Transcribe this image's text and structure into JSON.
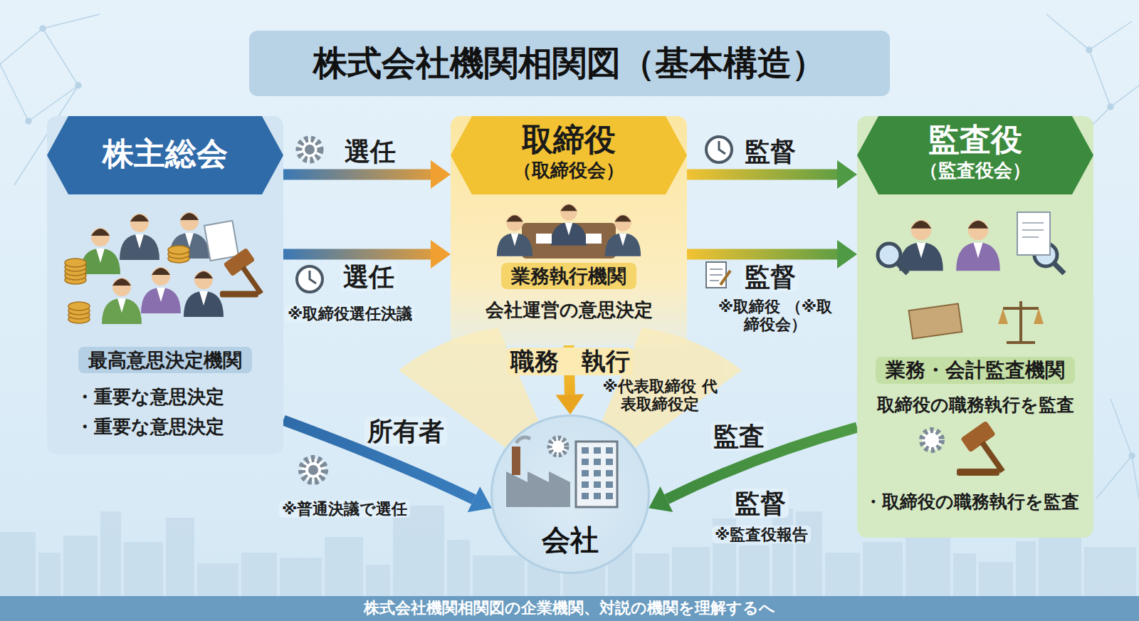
{
  "diagram": {
    "title": "株式会社機関相関図（基本構造）",
    "caption": "株式会社機関相関図の企業機関、対説の機関を理解するへ",
    "nodes": [
      {
        "text": [
          "株主総会",
          "最高意思決定機関",
          "・重要な意思決定",
          "・重要な意思決定"
        ]
      },
      {
        "text": [
          "取締役",
          "（取締役会）",
          "業務執行機関",
          "会社運営の意思決定"
        ]
      },
      {
        "text": [
          "監査役",
          "（監査役会）",
          "業務・会計監査機関",
          "取締役の職務執行を監査",
          "・取締役の職務執行を監査"
        ]
      },
      {
        "text": [
          "会社"
        ]
      }
    ],
    "edges": [
      {
        "from": 0,
        "to": 1,
        "label": "選任",
        "arrow": "to"
      },
      {
        "from": 0,
        "to": 1,
        "label": "選任",
        "arrow": "to"
      },
      {
        "from": 1,
        "to": 2,
        "label": "監督",
        "arrow": "to"
      },
      {
        "from": 1,
        "to": 2,
        "label": "監督",
        "arrow": "to"
      },
      {
        "from": 1,
        "to": 3,
        "label": "職務 執行",
        "arrow": "to"
      },
      {
        "from": 0,
        "to": 3,
        "arrow": "to"
      },
      {
        "from": 2,
        "to": 3,
        "label": "監督",
        "arrow": "to"
      }
    ],
    "labels": [
      "※取締役選任決議",
      "※取締役 （※取締役会）",
      "※代表取締役 代表取締役定",
      "所有者",
      "※普通決議で選任",
      "監査",
      "※監査役報告"
    ]
  }
}
